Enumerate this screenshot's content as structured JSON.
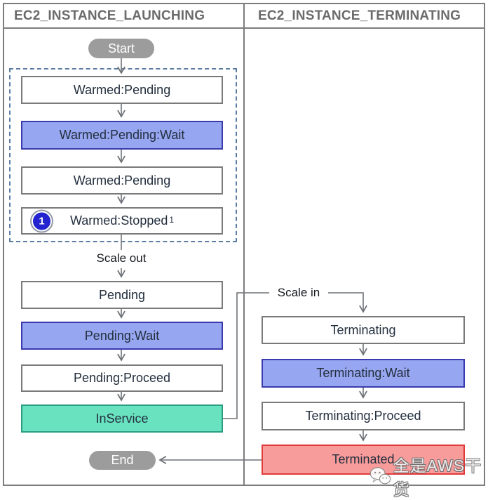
{
  "headers": {
    "launching": "EC2_INSTANCE_LAUNCHING",
    "terminating": "EC2_INSTANCE_TERMINATING"
  },
  "launching": {
    "start": "Start",
    "warmed_pending_1": "Warmed:Pending",
    "warmed_pending_wait": "Warmed:Pending:Wait",
    "warmed_pending_2": "Warmed:Pending",
    "warmed_stopped": "Warmed:Stopped",
    "warmed_stopped_footnote": "1",
    "badge_number": "1",
    "scale_out_label": "Scale out",
    "pending": "Pending",
    "pending_wait": "Pending:Wait",
    "pending_proceed": "Pending:Proceed",
    "in_service": "InService",
    "end": "End"
  },
  "terminating": {
    "scale_in_label": "Scale in",
    "terminating": "Terminating",
    "terminating_wait": "Terminating:Wait",
    "terminating_proceed": "Terminating:Proceed",
    "terminated": "Terminated"
  },
  "watermark": {
    "icon": "wechat-icon",
    "text": "全是AWS干货"
  },
  "colors": {
    "wait_fill": "#97a6f0",
    "wait_border": "#3a3aae",
    "in_service_fill": "#69e2c0",
    "in_service_border": "#2a9d82",
    "terminated_fill": "#f89b9b",
    "terminated_border": "#e03a3a",
    "pill_fill": "#9c9c9c",
    "badge_fill": "#2323cf",
    "dashed_border": "#5b7da3",
    "box_border": "#7a7a7a",
    "wire": "#6e7277",
    "text": "#232f3e",
    "header_text": "#6b6b6b"
  }
}
